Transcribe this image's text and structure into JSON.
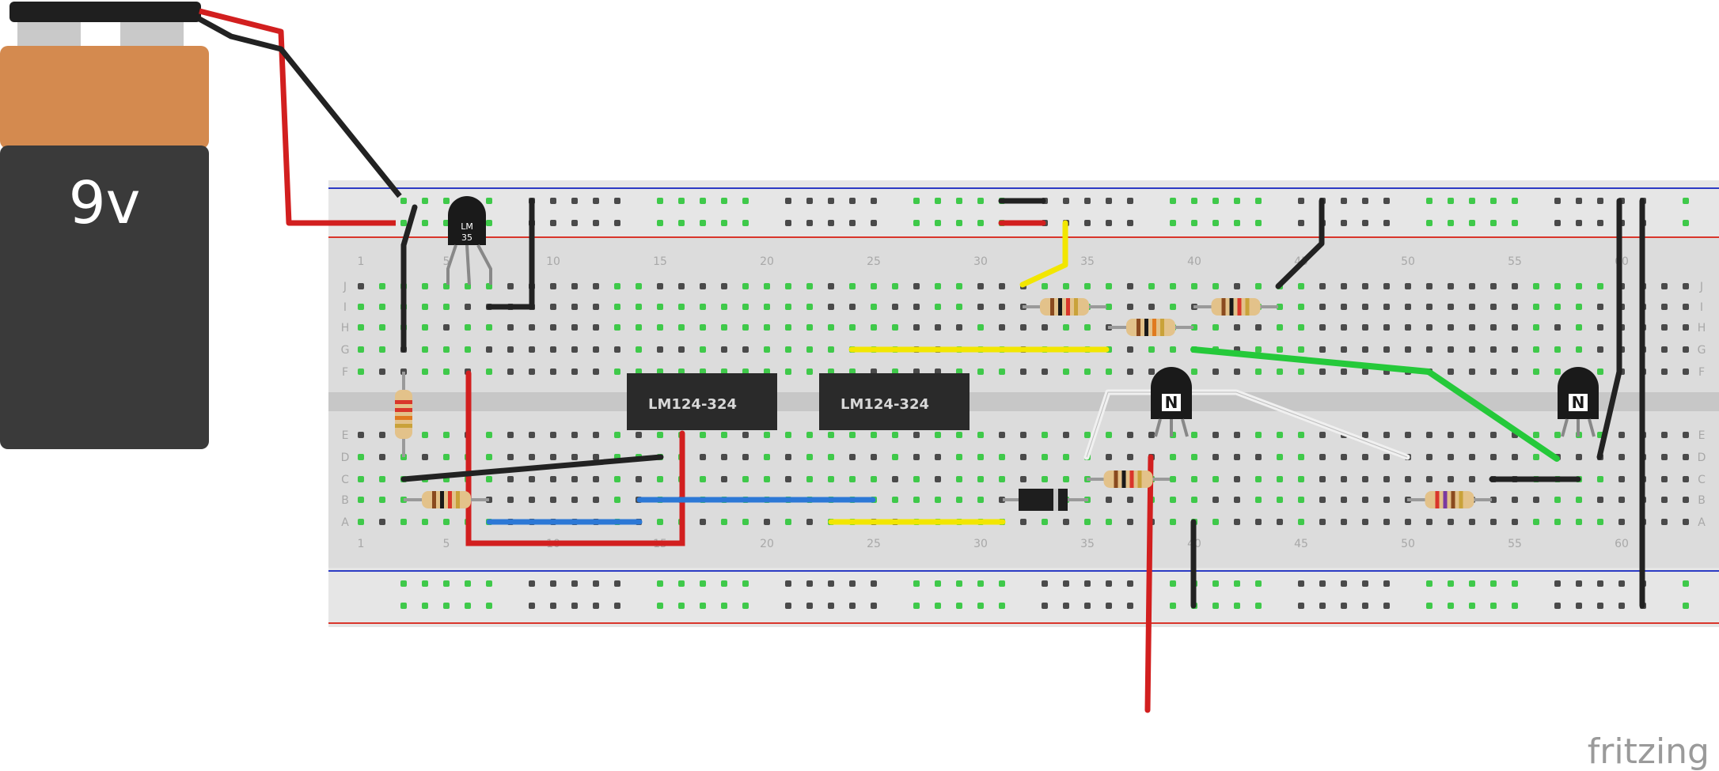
{
  "battery": {
    "label": "9v",
    "icon": "battery-9v-icon"
  },
  "sensor": {
    "label_line1": "LM",
    "label_line2": "35",
    "icon": "temperature-sensor-icon"
  },
  "chips": [
    {
      "label": "LM124-324"
    },
    {
      "label": "LM124-324"
    }
  ],
  "breadboard": {
    "column_numbers": [
      "1",
      "5",
      "10",
      "15",
      "20",
      "25",
      "30",
      "35",
      "40",
      "45",
      "50",
      "55",
      "60"
    ],
    "rows_top": [
      "J",
      "I",
      "H",
      "G",
      "F"
    ],
    "rows_bottom": [
      "E",
      "D",
      "C",
      "B",
      "A"
    ]
  },
  "transistors": [
    {
      "label": "N",
      "icon": "npn-transistor-icon"
    },
    {
      "label": "N",
      "icon": "npn-transistor-icon"
    }
  ],
  "brand": {
    "name": "fritzing"
  },
  "colors": {
    "board": "#dcdcdc",
    "rail_red": "#d9362b",
    "rail_blue": "#2c3bc4",
    "wire_red": "#d21f1f",
    "wire_black": "#222222",
    "wire_yellow": "#f2e600",
    "wire_blue": "#2c78d6",
    "wire_green": "#25c93a",
    "wire_white": "#f0f0f0",
    "chip": "#2a2a2a",
    "battery_top": "#d48a4f",
    "battery_body": "#3a3a3a"
  }
}
